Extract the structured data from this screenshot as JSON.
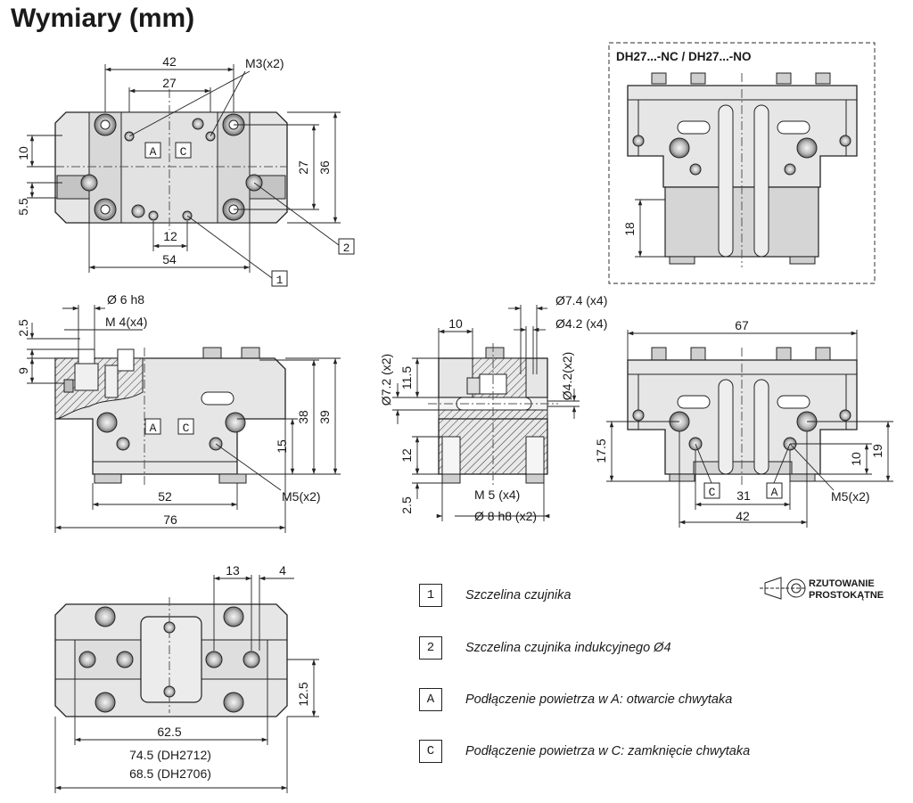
{
  "title": "Wymiary (mm)",
  "variant_box": {
    "label": "DH27...-NC / DH27...-NO",
    "dim_18": "18"
  },
  "top_view": {
    "dim_42": "42",
    "dim_27": "27",
    "m3": "M3(x2)",
    "dim_10": "10",
    "dim_5_5": "5.5",
    "dim_27v": "27",
    "dim_36": "36",
    "dim_12": "12",
    "dim_54": "54",
    "port_a": "A",
    "port_c": "C",
    "callout_1": "1",
    "callout_2": "2"
  },
  "front_view": {
    "dim_2_5": "2.5",
    "phi6": "Ø 6 h8",
    "m4": "M 4(x4)",
    "dim_9": "9",
    "dim_38": "38",
    "dim_39": "39",
    "dim_15": "15",
    "dim_52": "52",
    "dim_76": "76",
    "m5": "M5(x2)",
    "port_a": "A",
    "port_c": "C"
  },
  "section_view": {
    "dim_10": "10",
    "phi7_4": "Ø7.4 (x4)",
    "phi4_2": "Ø4.2 (x4)",
    "phi7_2v": "Ø7.2 (x2)",
    "dim_11_5": "11.5",
    "phi4_2v": "Ø4.2(x2)",
    "dim_12": "12",
    "dim_2_5": "2.5",
    "m5": "M 5 (x4)",
    "phi8": "Ø 8 h8 (x2)"
  },
  "side_view": {
    "dim_67": "67",
    "dim_17_5": "17.5",
    "dim_19": "19",
    "dim_10": "10",
    "dim_31": "31",
    "dim_42": "42",
    "m5": "M5(x2)",
    "port_a": "A",
    "port_c": "C"
  },
  "bottom_view": {
    "dim_13": "13",
    "dim_4": "4",
    "dim_12_5": "12.5",
    "dim_62_5": "62.5",
    "dim_74_5": "74.5 (DH2712)",
    "dim_68_5": "68.5 (DH2706)"
  },
  "legend": [
    {
      "code": "1",
      "text": "Szczelina czujnika"
    },
    {
      "code": "2",
      "text": "Szczelina czujnika indukcyjnego Ø4"
    },
    {
      "code": "A",
      "text": "Podłączenie powietrza w A: otwarcie chwytaka"
    },
    {
      "code": "C",
      "text": "Podłączenie powietrza w C: zamknięcie chwytaka"
    }
  ],
  "projection": {
    "line1": "RZUTOWANIE",
    "line2": "PROSTOKĄTNE"
  }
}
